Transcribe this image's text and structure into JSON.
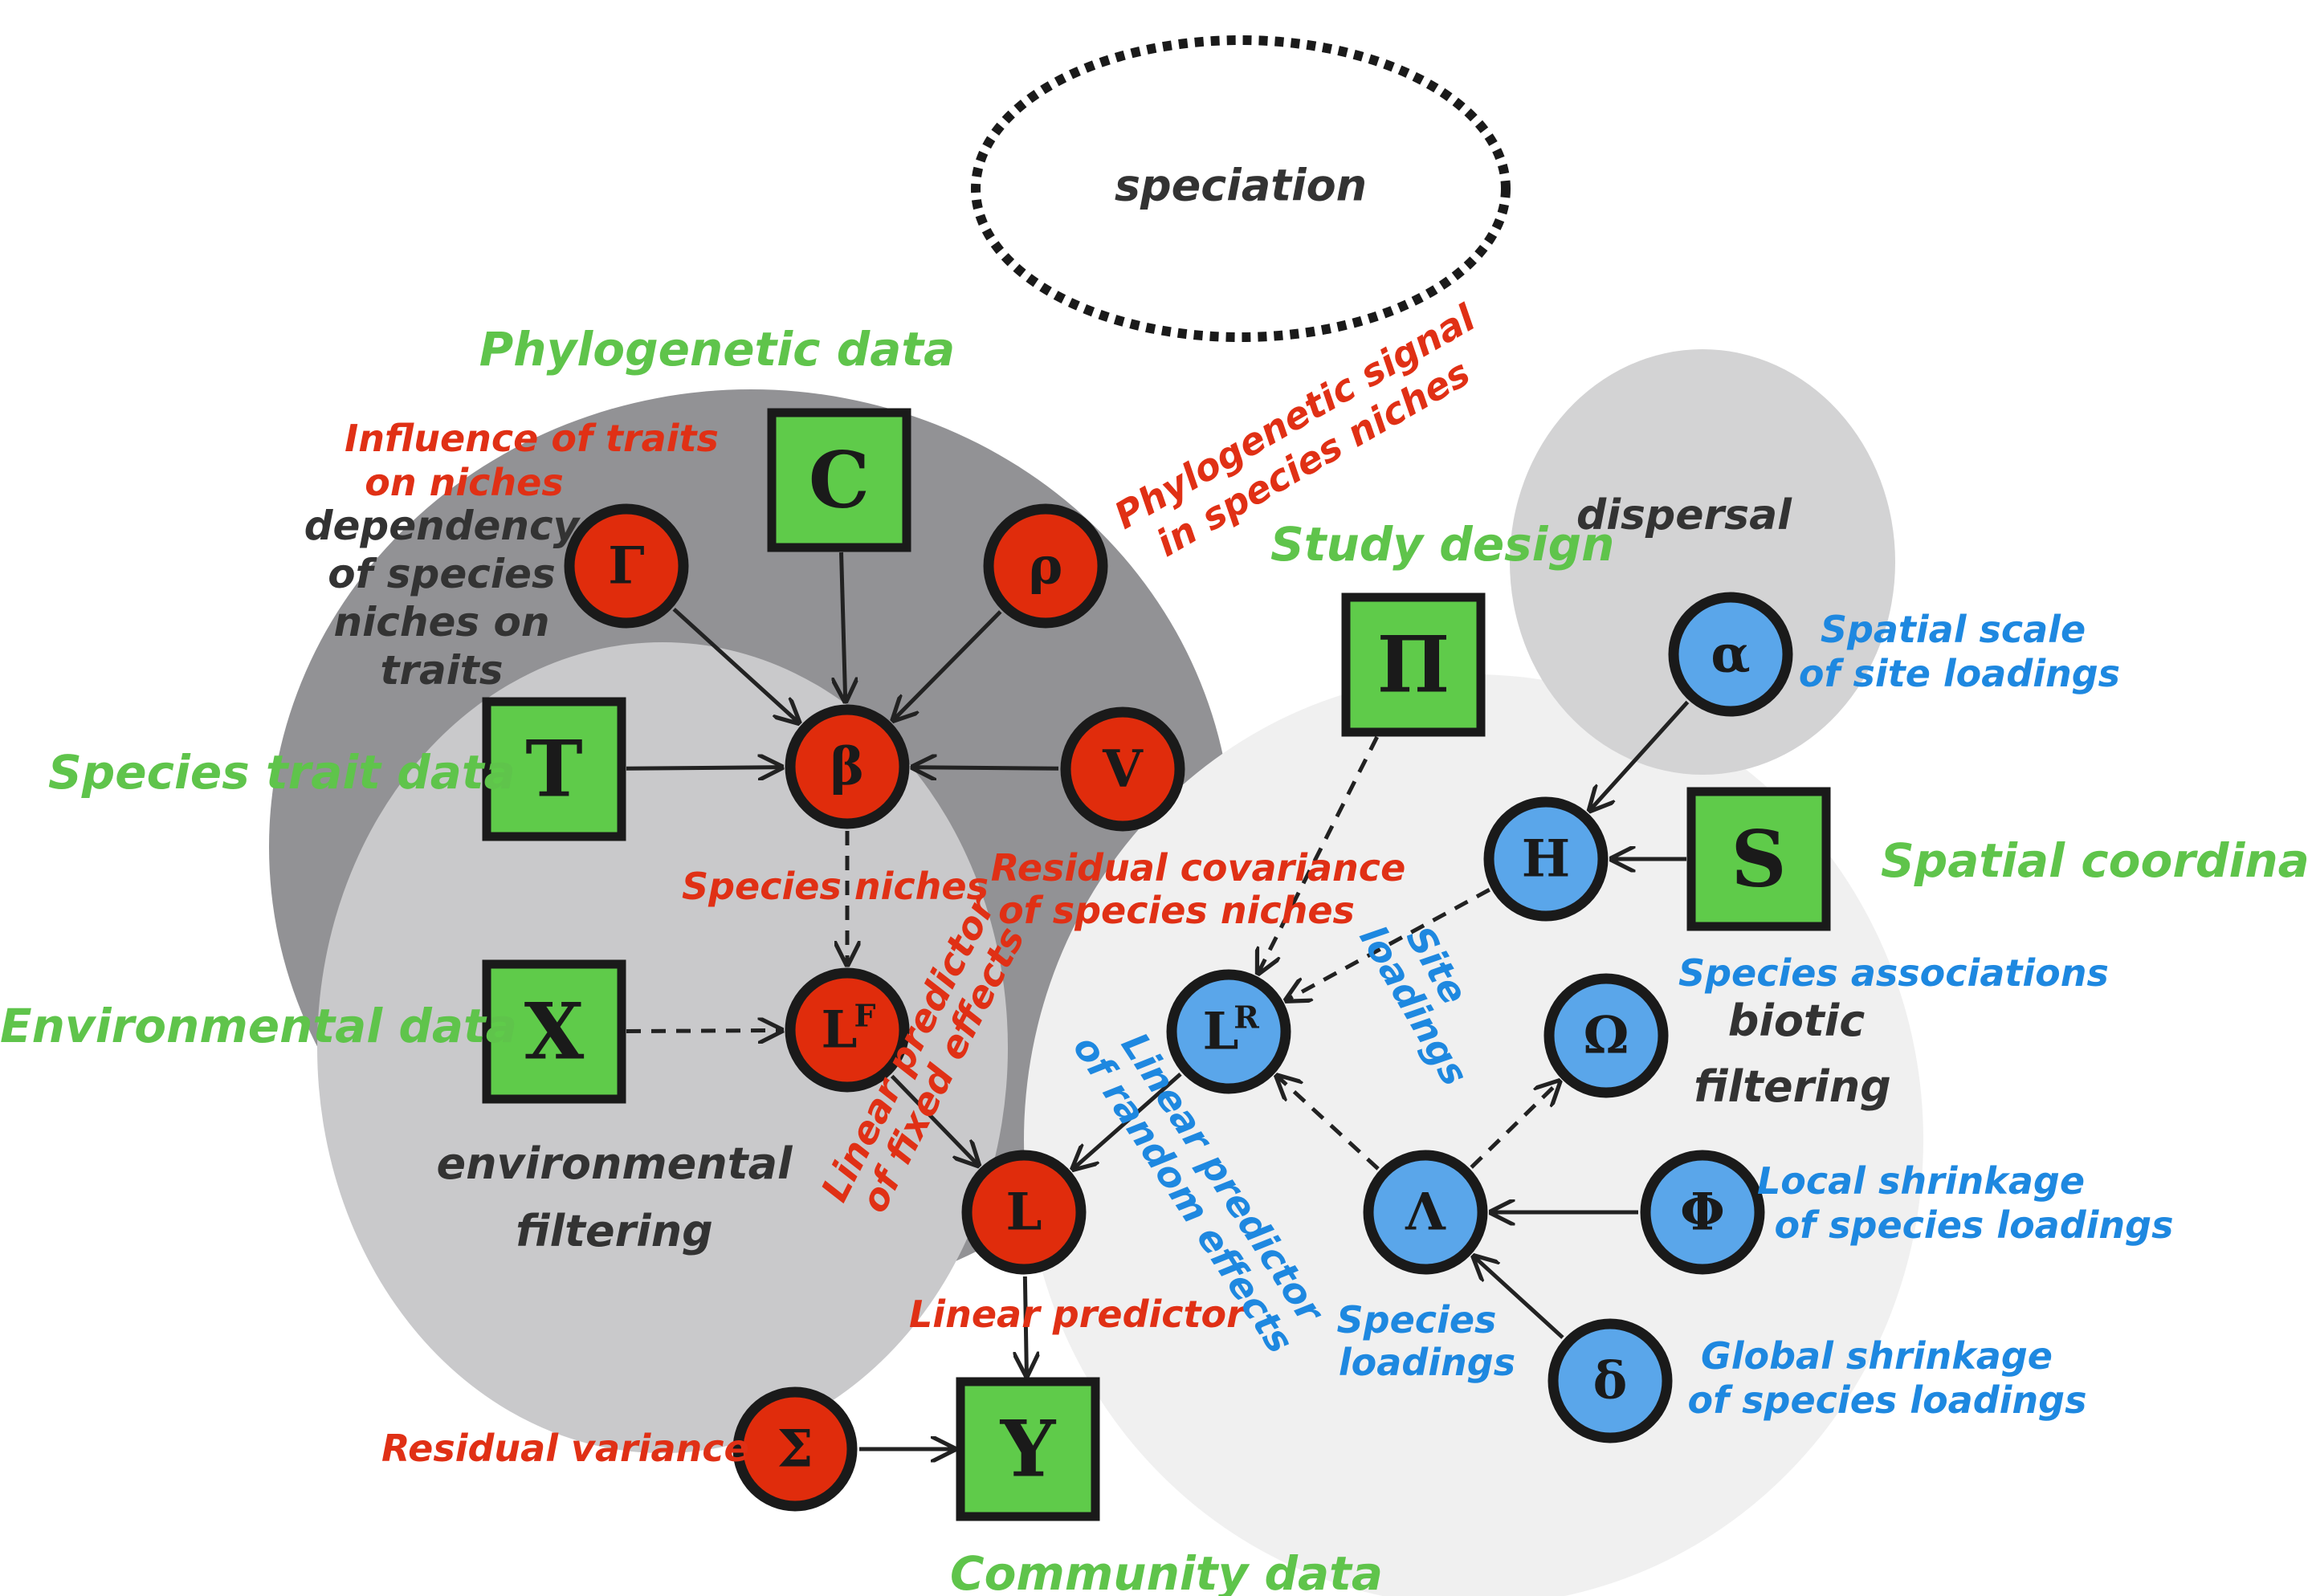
{
  "colors": {
    "green_label": "#5fc44b",
    "red_label": "#e03015",
    "blue_label": "#1e88e0",
    "dark_label": "#333333",
    "red_node": "#e02c0c",
    "blue_node": "#5aa6ea",
    "green_node": "#5fcb4a",
    "dark_region": "#929295",
    "mid_region": "#c9c9cb",
    "light_region": "#f0f0f0",
    "dispersal_region": "#d3d3d4"
  },
  "nodes": [
    {
      "id": "C",
      "shape": "square",
      "color": "green",
      "symbol": "C"
    },
    {
      "id": "T",
      "shape": "square",
      "color": "green",
      "symbol": "T"
    },
    {
      "id": "X",
      "shape": "square",
      "color": "green",
      "symbol": "X"
    },
    {
      "id": "Y",
      "shape": "square",
      "color": "green",
      "symbol": "Y"
    },
    {
      "id": "Pi",
      "shape": "square",
      "color": "green",
      "symbol": "Π"
    },
    {
      "id": "S",
      "shape": "square",
      "color": "green",
      "symbol": "S"
    },
    {
      "id": "Gamma",
      "shape": "circle",
      "color": "red",
      "symbol": "Γ"
    },
    {
      "id": "rho",
      "shape": "circle",
      "color": "red",
      "symbol": "ρ"
    },
    {
      "id": "beta",
      "shape": "circle",
      "color": "red",
      "symbol": "β"
    },
    {
      "id": "V",
      "shape": "circle",
      "color": "red",
      "symbol": "V"
    },
    {
      "id": "LF",
      "shape": "circle",
      "color": "red",
      "symbol": "L",
      "superscript": "F"
    },
    {
      "id": "L",
      "shape": "circle",
      "color": "red",
      "symbol": "L"
    },
    {
      "id": "Sigma",
      "shape": "circle",
      "color": "red",
      "symbol": "Σ"
    },
    {
      "id": "alpha",
      "shape": "circle",
      "color": "blue",
      "symbol": "α"
    },
    {
      "id": "H",
      "shape": "circle",
      "color": "blue",
      "symbol": "Η"
    },
    {
      "id": "LR",
      "shape": "circle",
      "color": "blue",
      "symbol": "L",
      "superscript": "R"
    },
    {
      "id": "Omega",
      "shape": "circle",
      "color": "blue",
      "symbol": "Ω"
    },
    {
      "id": "Lambda",
      "shape": "circle",
      "color": "blue",
      "symbol": "Λ"
    },
    {
      "id": "Phi",
      "shape": "circle",
      "color": "blue",
      "symbol": "Φ"
    },
    {
      "id": "delta",
      "shape": "circle",
      "color": "blue",
      "symbol": "δ"
    }
  ],
  "edges": [
    {
      "from": "C",
      "to": "beta",
      "style": "solid"
    },
    {
      "from": "Gamma",
      "to": "beta",
      "style": "solid"
    },
    {
      "from": "rho",
      "to": "beta",
      "style": "solid"
    },
    {
      "from": "T",
      "to": "beta",
      "style": "solid"
    },
    {
      "from": "V",
      "to": "beta",
      "style": "solid"
    },
    {
      "from": "beta",
      "to": "LF",
      "style": "dashed"
    },
    {
      "from": "X",
      "to": "LF",
      "style": "dashed"
    },
    {
      "from": "LF",
      "to": "L",
      "style": "solid"
    },
    {
      "from": "LR",
      "to": "L",
      "style": "solid"
    },
    {
      "from": "L",
      "to": "Y",
      "style": "solid"
    },
    {
      "from": "Sigma",
      "to": "Y",
      "style": "solid"
    },
    {
      "from": "Pi",
      "to": "LR",
      "style": "dashed"
    },
    {
      "from": "H",
      "to": "LR",
      "style": "dashed"
    },
    {
      "from": "Lambda",
      "to": "LR",
      "style": "dashed"
    },
    {
      "from": "Lambda",
      "to": "Omega",
      "style": "dashed"
    },
    {
      "from": "alpha",
      "to": "H",
      "style": "solid"
    },
    {
      "from": "S",
      "to": "H",
      "style": "solid"
    },
    {
      "from": "Phi",
      "to": "Lambda",
      "style": "solid"
    },
    {
      "from": "delta",
      "to": "Lambda",
      "style": "solid"
    }
  ],
  "regions": {
    "speciation": "speciation",
    "dispersal": "dispersal",
    "environmental_filtering": [
      "environmental",
      "filtering"
    ],
    "biotic_filtering": [
      "biotic",
      "filtering"
    ],
    "trait_dependency": [
      "dependency",
      "of species",
      "niches on",
      "traits"
    ]
  },
  "labels": {
    "phylogenetic_data": "Phylogenetic data",
    "species_trait_data": "Species trait data",
    "environmental_data": "Environmental data",
    "community_data": "Community data",
    "study_design": "Study design",
    "spatial_coordinates": "Spatial coordinates",
    "influence_of_traits": [
      "Influence of traits",
      "on niches"
    ],
    "phylogenetic_signal": [
      "Phylogenetic signal",
      "in species niches"
    ],
    "species_niches": "Species niches",
    "residual_covariance": [
      "Residual covariance",
      "of species niches"
    ],
    "linear_predictor_fixed": [
      "Linear predictor",
      "of fixed effects"
    ],
    "linear_predictor_random": [
      "Linear predictor",
      "of random effects"
    ],
    "linear_predictor": "Linear predictor",
    "residual_variance": "Residual variance",
    "spatial_scale": [
      "Spatial scale",
      "of site loadings"
    ],
    "site_loadings": [
      "Site",
      "loadings"
    ],
    "species_associations": "Species  associations",
    "local_shrinkage": [
      "Local shrinkage",
      "of species loadings"
    ],
    "species_loadings": [
      "Species",
      "loadings"
    ],
    "global_shrinkage": [
      "Global shrinkage",
      "of species loadings"
    ]
  }
}
